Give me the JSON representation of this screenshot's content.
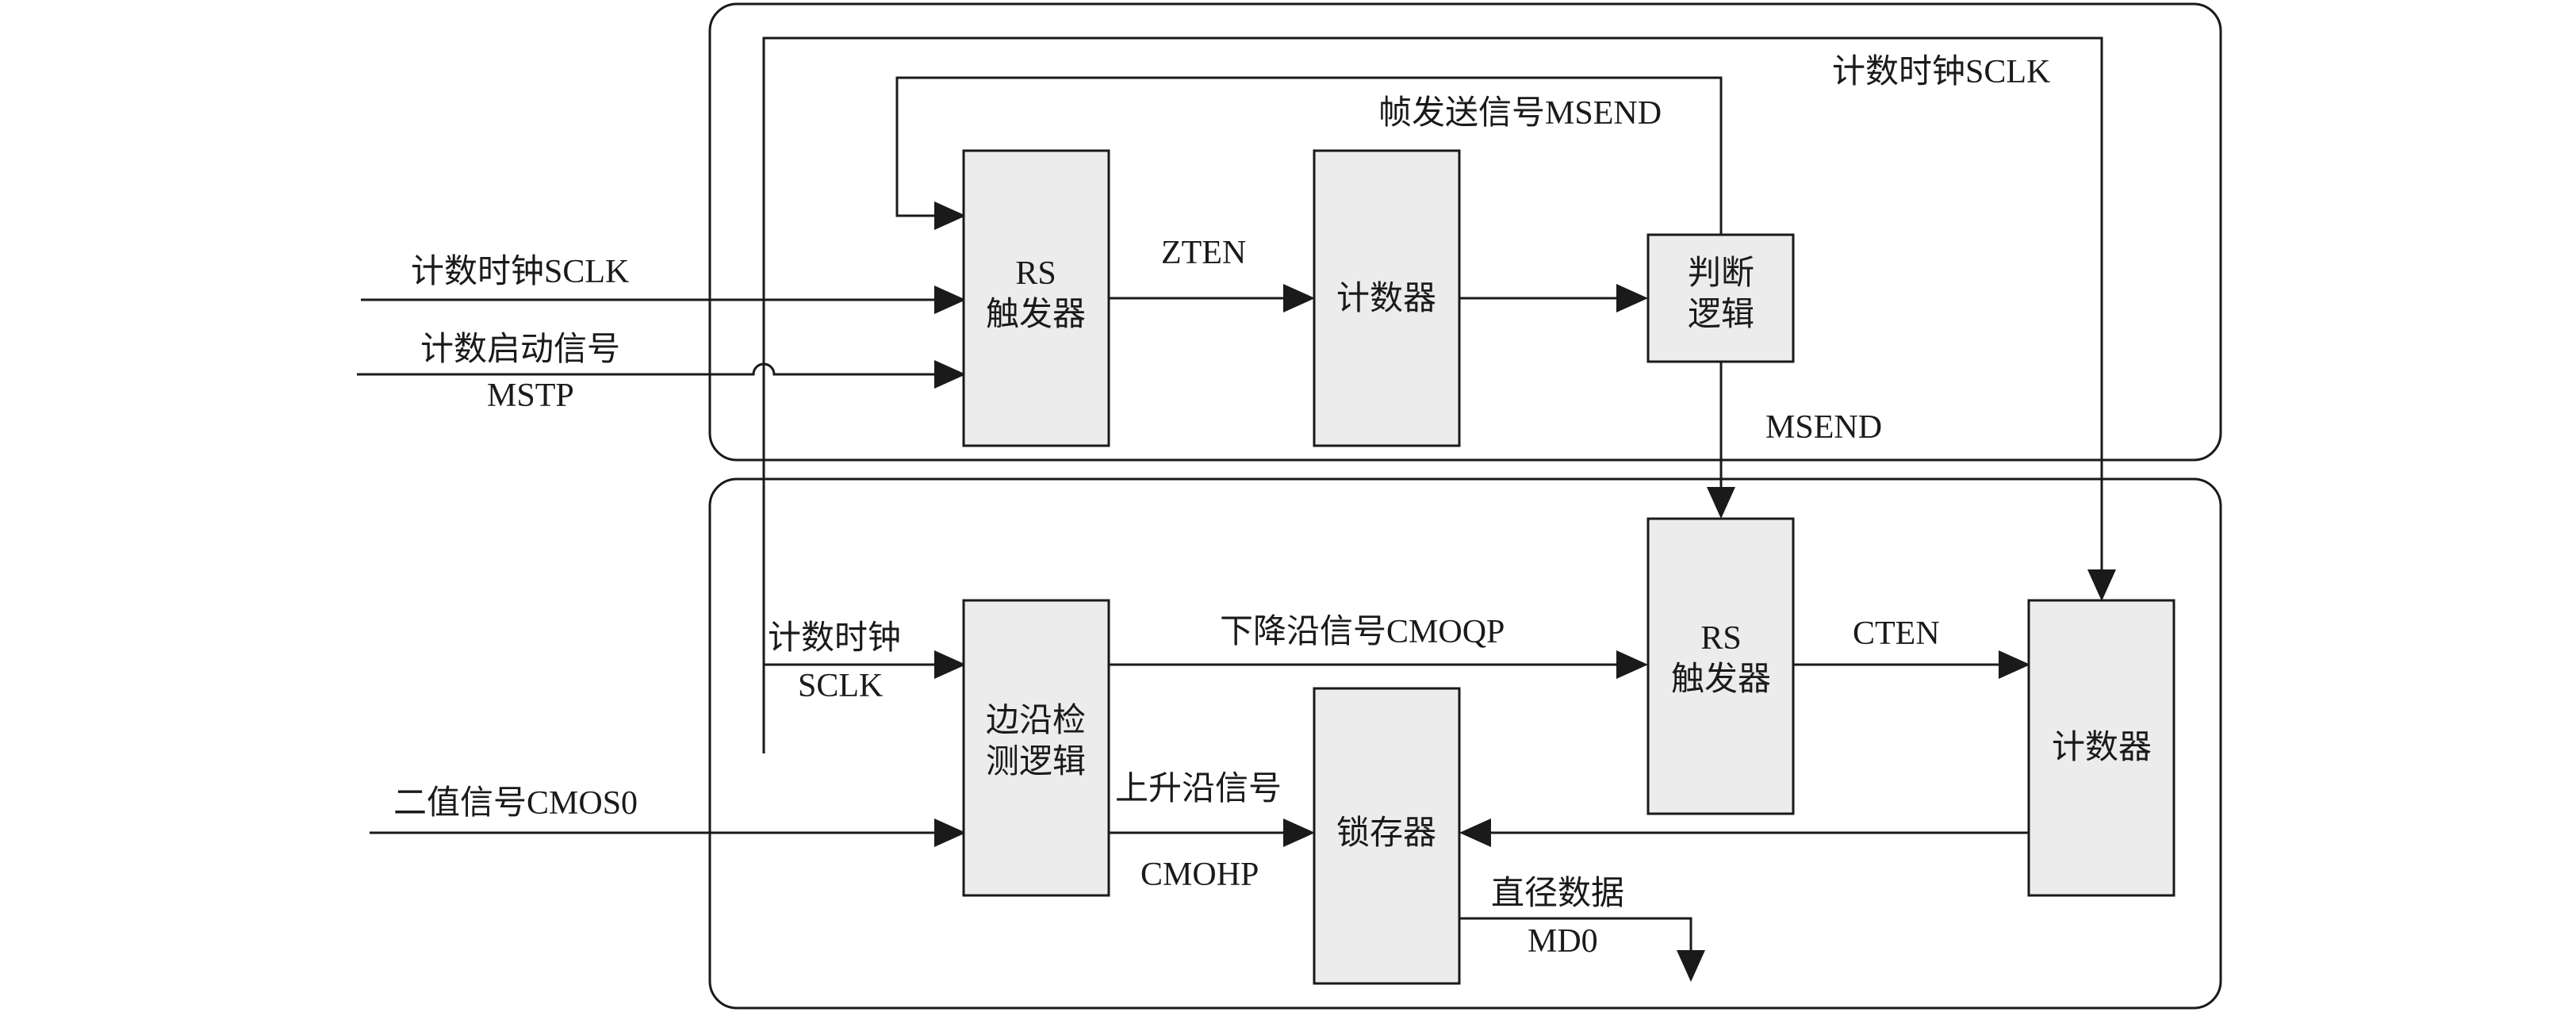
{
  "blocks": {
    "rs1": {
      "line1": "RS",
      "line2": "触发器"
    },
    "counter1": {
      "label": "计数器"
    },
    "judge": {
      "line1": "判断",
      "line2": "逻辑"
    },
    "edge": {
      "line1": "边沿检",
      "line2": "测逻辑"
    },
    "latch": {
      "label": "锁存器"
    },
    "rs2": {
      "line1": "RS",
      "line2": "触发器"
    },
    "counter2": {
      "label": "计数器"
    }
  },
  "signals": {
    "sclk_top": "计数时钟SCLK",
    "msend_frame": "帧发送信号MSEND",
    "sclk_input": "计数时钟SCLK",
    "start_line1": "计数启动信号",
    "start_line2": "MSTP",
    "zten": "ZTEN",
    "msend": "MSEND",
    "sclk_lower_line1": "计数时钟",
    "sclk_lower_line2": "SCLK",
    "falling": "下降沿信号CMOQP",
    "cten": "CTEN",
    "binary": "二值信号CMOS0",
    "rising_line1": "上升沿信号",
    "rising_line2": "CMOHP",
    "diameter_line1": "直径数据",
    "diameter_line2": "MD0"
  }
}
